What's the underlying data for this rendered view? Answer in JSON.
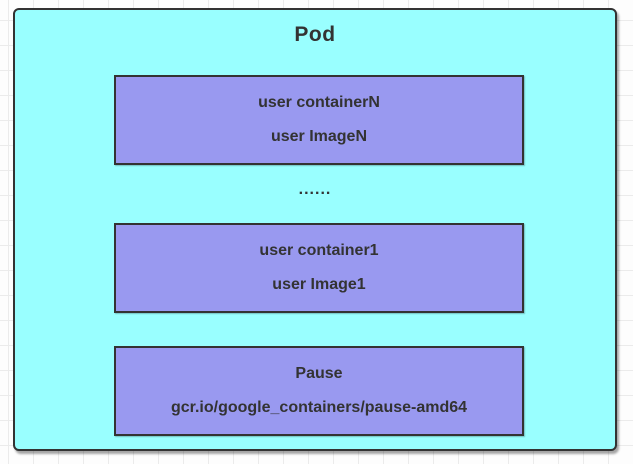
{
  "pod": {
    "label": "Pod",
    "ellipsis": "......",
    "containers": [
      {
        "name": "user containerN",
        "image": "user ImageN"
      },
      {
        "name": "user container1",
        "image": "user Image1"
      },
      {
        "name": "Pause",
        "image": "gcr.io/google_containers/pause-amd64"
      }
    ],
    "colors": {
      "pod_fill": "#99ffff",
      "container_fill": "#9999f0",
      "outline": "#333333",
      "text": "#333333",
      "grid_line": "#ebebeb",
      "canvas_bg": "#fdfdfd"
    }
  }
}
